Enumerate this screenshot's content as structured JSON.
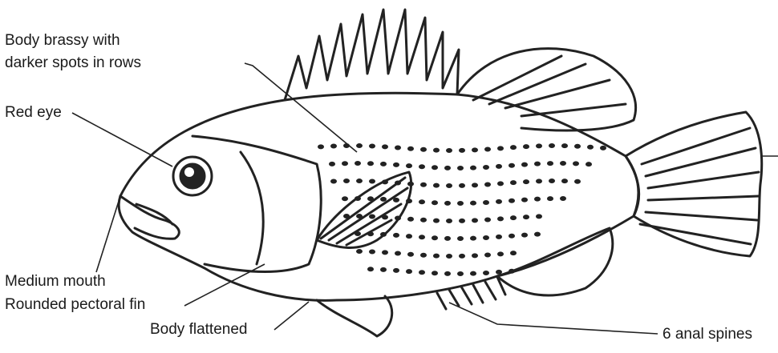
{
  "diagram": {
    "labels": {
      "body_color_line1": "Body brassy with",
      "body_color_line2": "darker spots in rows",
      "eye": "Red eye",
      "mouth": "Medium mouth",
      "pectoral_fin": "Rounded pectoral fin",
      "body_shape": "Body flattened",
      "anal_spines": "6 anal spines"
    }
  }
}
